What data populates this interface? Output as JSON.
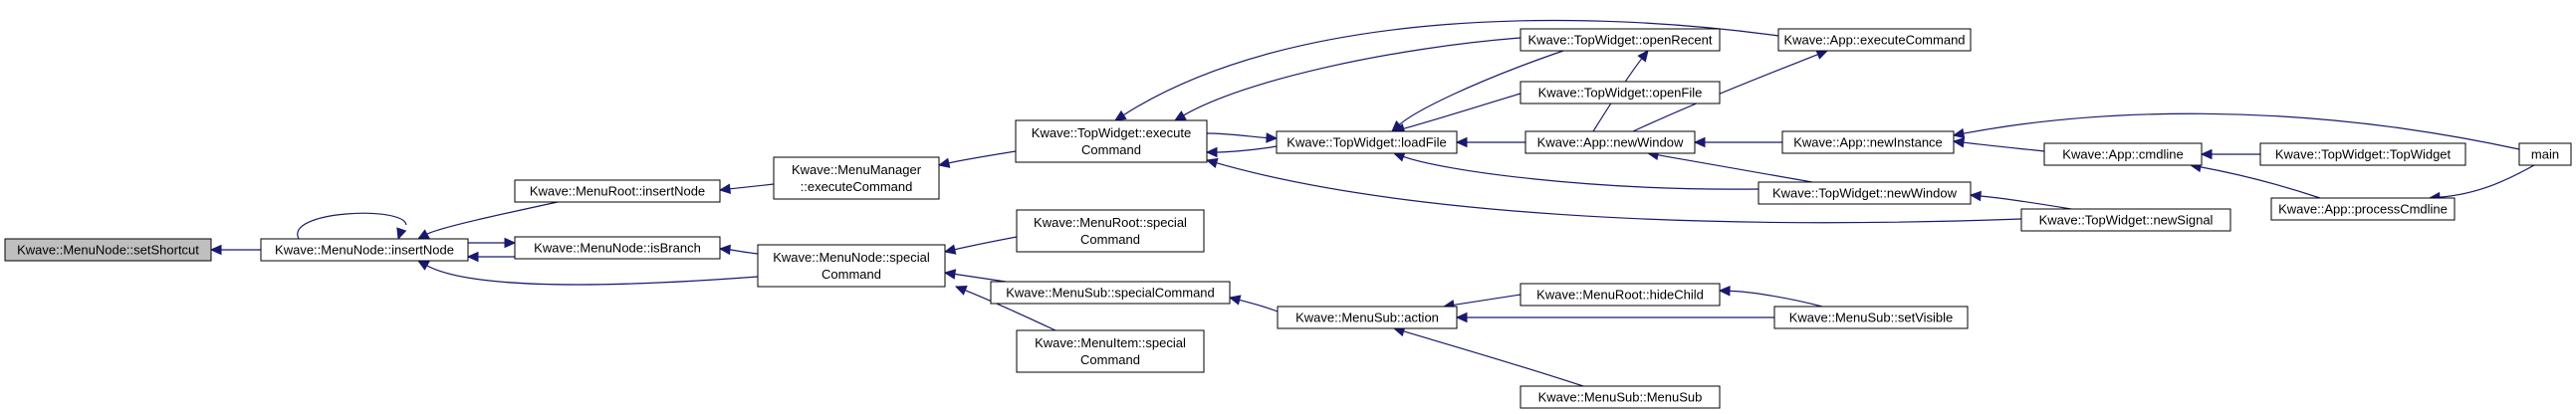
{
  "graph": {
    "nodes": [
      {
        "id": "setShortcut",
        "lines": [
          "Kwave::MenuNode::setShortcut"
        ],
        "focus": true
      },
      {
        "id": "insertNodeMN",
        "lines": [
          "Kwave::MenuNode::insertNode"
        ]
      },
      {
        "id": "insertNodeMR",
        "lines": [
          "Kwave::MenuRoot::insertNode"
        ]
      },
      {
        "id": "isBranch",
        "lines": [
          "Kwave::MenuNode::isBranch"
        ]
      },
      {
        "id": "mmExecute",
        "lines": [
          "Kwave::MenuManager",
          "::executeCommand"
        ]
      },
      {
        "id": "mnSpecial",
        "lines": [
          "Kwave::MenuNode::special",
          "Command"
        ]
      },
      {
        "id": "twExecute",
        "lines": [
          "Kwave::TopWidget::execute",
          "Command"
        ]
      },
      {
        "id": "mrSpecial",
        "lines": [
          "Kwave::MenuRoot::special",
          "Command"
        ]
      },
      {
        "id": "msSpecial",
        "lines": [
          "Kwave::MenuSub::specialCommand"
        ]
      },
      {
        "id": "miSpecial",
        "lines": [
          "Kwave::MenuItem::special",
          "Command"
        ]
      },
      {
        "id": "twLoadFile",
        "lines": [
          "Kwave::TopWidget::loadFile"
        ]
      },
      {
        "id": "twOpenRecent",
        "lines": [
          "Kwave::TopWidget::openRecent"
        ]
      },
      {
        "id": "twOpenFile",
        "lines": [
          "Kwave::TopWidget::openFile"
        ]
      },
      {
        "id": "appNewWindow",
        "lines": [
          "Kwave::App::newWindow"
        ]
      },
      {
        "id": "appExecute",
        "lines": [
          "Kwave::App::executeCommand"
        ]
      },
      {
        "id": "appNewInstance",
        "lines": [
          "Kwave::App::newInstance"
        ]
      },
      {
        "id": "twNewWindow",
        "lines": [
          "Kwave::TopWidget::newWindow"
        ]
      },
      {
        "id": "twNewSignal",
        "lines": [
          "Kwave::TopWidget::newSignal"
        ]
      },
      {
        "id": "appCmdline",
        "lines": [
          "Kwave::App::cmdline"
        ]
      },
      {
        "id": "twTopWidget",
        "lines": [
          "Kwave::TopWidget::TopWidget"
        ]
      },
      {
        "id": "appProcessCmdline",
        "lines": [
          "Kwave::App::processCmdline"
        ]
      },
      {
        "id": "main",
        "lines": [
          "main"
        ]
      },
      {
        "id": "msAction",
        "lines": [
          "Kwave::MenuSub::action"
        ]
      },
      {
        "id": "mrHideChild",
        "lines": [
          "Kwave::MenuRoot::hideChild"
        ]
      },
      {
        "id": "msSetVisible",
        "lines": [
          "Kwave::MenuSub::setVisible"
        ]
      },
      {
        "id": "msMenuSub",
        "lines": [
          "Kwave::MenuSub::MenuSub"
        ]
      }
    ],
    "edges": [
      {
        "from": "insertNodeMN",
        "to": "setShortcut"
      },
      {
        "from": "insertNodeMN",
        "to": "insertNodeMN"
      },
      {
        "from": "insertNodeMR",
        "to": "insertNodeMN"
      },
      {
        "from": "isBranch",
        "to": "insertNodeMN"
      },
      {
        "from": "insertNodeMN",
        "to": "isBranch"
      },
      {
        "from": "mnSpecial",
        "to": "insertNodeMN"
      },
      {
        "from": "mmExecute",
        "to": "insertNodeMR"
      },
      {
        "from": "mnSpecial",
        "to": "isBranch"
      },
      {
        "from": "twExecute",
        "to": "mmExecute"
      },
      {
        "from": "mrSpecial",
        "to": "mnSpecial"
      },
      {
        "from": "msSpecial",
        "to": "mnSpecial"
      },
      {
        "from": "miSpecial",
        "to": "mnSpecial"
      },
      {
        "from": "twLoadFile",
        "to": "twExecute"
      },
      {
        "from": "twExecute",
        "to": "twLoadFile"
      },
      {
        "from": "twOpenRecent",
        "to": "twExecute"
      },
      {
        "from": "appExecute",
        "to": "twExecute"
      },
      {
        "from": "twNewSignal",
        "to": "twExecute"
      },
      {
        "from": "twOpenRecent",
        "to": "twLoadFile"
      },
      {
        "from": "twOpenFile",
        "to": "twLoadFile"
      },
      {
        "from": "appNewWindow",
        "to": "twLoadFile"
      },
      {
        "from": "twNewWindow",
        "to": "twLoadFile"
      },
      {
        "from": "appNewWindow",
        "to": "twOpenRecent"
      },
      {
        "from": "appNewWindow",
        "to": "appExecute"
      },
      {
        "from": "appNewInstance",
        "to": "appNewWindow"
      },
      {
        "from": "twNewWindow",
        "to": "appNewWindow"
      },
      {
        "from": "twNewSignal",
        "to": "twNewWindow"
      },
      {
        "from": "appCmdline",
        "to": "appNewInstance"
      },
      {
        "from": "main",
        "to": "appNewInstance"
      },
      {
        "from": "twTopWidget",
        "to": "appCmdline"
      },
      {
        "from": "appProcessCmdline",
        "to": "appCmdline"
      },
      {
        "from": "main",
        "to": "appProcessCmdline"
      },
      {
        "from": "msAction",
        "to": "msSpecial"
      },
      {
        "from": "mrHideChild",
        "to": "msAction"
      },
      {
        "from": "msSetVisible",
        "to": "msAction"
      },
      {
        "from": "msMenuSub",
        "to": "msAction"
      },
      {
        "from": "msSetVisible",
        "to": "mrHideChild"
      }
    ]
  }
}
